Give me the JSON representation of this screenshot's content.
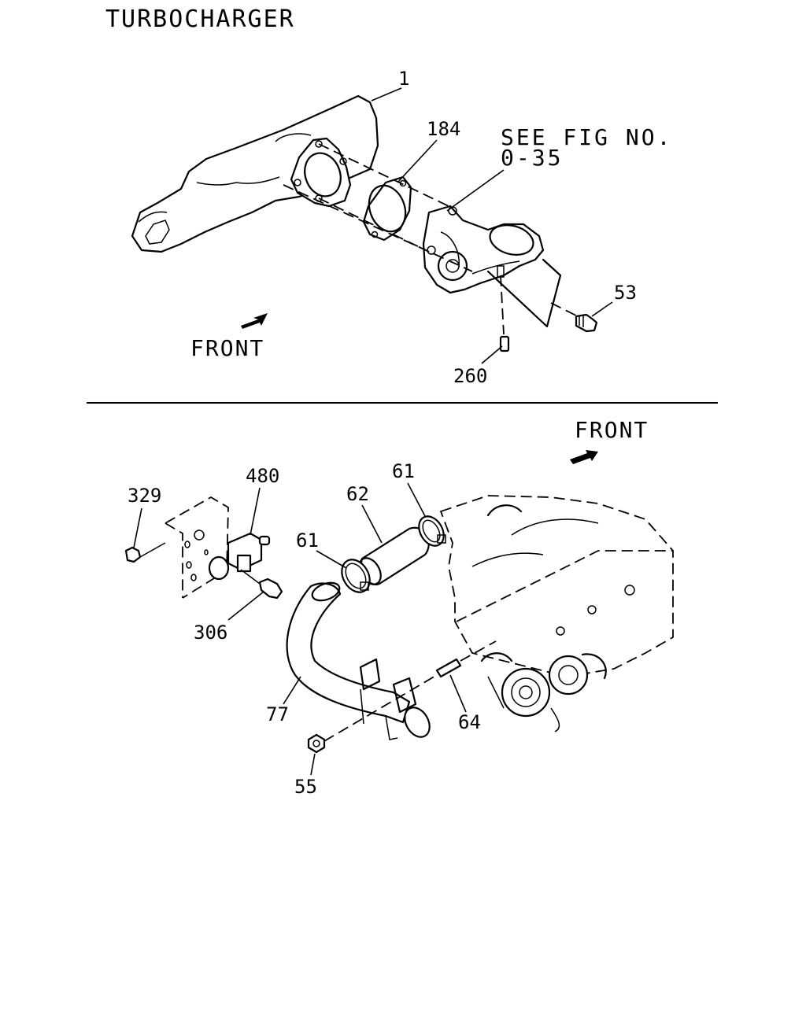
{
  "title": "TURBOCHARGER",
  "see_fig": {
    "line1": "SEE FIG NO.",
    "line2": "0-35"
  },
  "front_labels": {
    "top": "FRONT",
    "bottom": "FRONT"
  },
  "callouts": {
    "p1": "1",
    "p184": "184",
    "p53": "53",
    "p260": "260",
    "p480": "480",
    "p329": "329",
    "p306": "306",
    "p62": "62",
    "p61a": "61",
    "p61b": "61",
    "p77": "77",
    "p64": "64",
    "p55": "55"
  }
}
